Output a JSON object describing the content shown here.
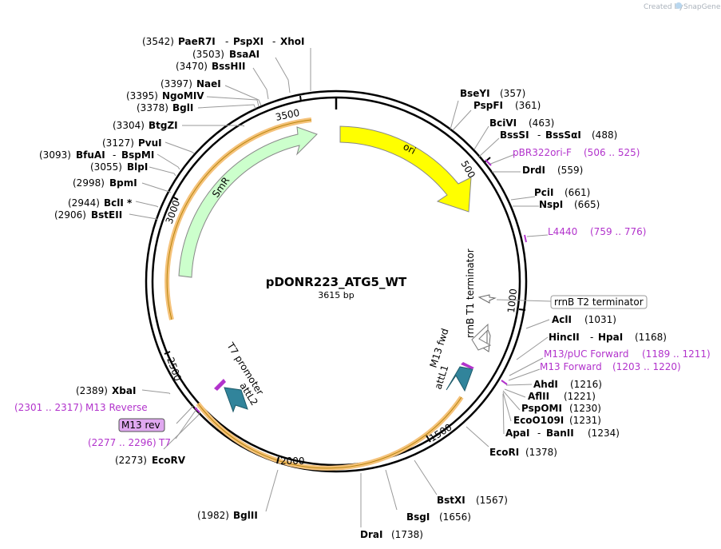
{
  "brand": {
    "created_by": "Created by",
    "name": "SnapGene"
  },
  "plasmid": {
    "name": "pDONR223_ATG5_WT",
    "length_label": "3615 bp"
  },
  "ticks": [
    "500",
    "1000",
    "1500",
    "2000",
    "2500",
    "3000",
    "3500"
  ],
  "features": {
    "ori": "ori",
    "smr": "SmR",
    "rrnb_t1": "rrnB T1 terminator",
    "rrnb_t2": "rrnB T2 terminator",
    "m13_fwd": "M13 fwd",
    "attl1": "attL1",
    "t7_promoter": "T7 promoter",
    "attl2": "attL2",
    "m13_rev": "M13 rev"
  },
  "enzymes": {
    "paer7i": {
      "pos": "(3542)",
      "name": "PaeR7I"
    },
    "pspxi": {
      "name": "PspXI"
    },
    "xhoi": {
      "name": "XhoI"
    },
    "bsaai": {
      "pos": "(3503)",
      "name": "BsaAI"
    },
    "bsshii": {
      "pos": "(3470)",
      "name": "BssHII"
    },
    "naei": {
      "pos": "(3397)",
      "name": "NaeI"
    },
    "ngomiv": {
      "pos": "(3395)",
      "name": "NgoMIV"
    },
    "bgli": {
      "pos": "(3378)",
      "name": "BglI"
    },
    "btgzi": {
      "pos": "(3304)",
      "name": "BtgZI"
    },
    "pvui": {
      "pos": "(3127)",
      "name": "PvuI"
    },
    "bfuai": {
      "pos": "(3093)",
      "name": "BfuAI"
    },
    "bspmi": {
      "name": "BspMI"
    },
    "blpi": {
      "pos": "(3055)",
      "name": "BlpI"
    },
    "bpmi": {
      "pos": "(2998)",
      "name": "BpmI"
    },
    "bcli": {
      "pos": "(2944)",
      "name": "BclI *"
    },
    "bsteii": {
      "pos": "(2906)",
      "name": "BstEII"
    },
    "xbai": {
      "pos": "(2389)",
      "name": "XbaI"
    },
    "ecorv": {
      "pos": "(2273)",
      "name": "EcoRV"
    },
    "bglii": {
      "pos": "(1982)",
      "name": "BglII"
    },
    "drai": {
      "name": "DraI",
      "pos": "(1738)"
    },
    "bsgi": {
      "name": "BsgI",
      "pos": "(1656)"
    },
    "bstxi": {
      "name": "BstXI",
      "pos": "(1567)"
    },
    "ecori": {
      "name": "EcoRI",
      "pos": "(1378)"
    },
    "apai": {
      "name": "ApaI"
    },
    "banii": {
      "name": "BanII",
      "pos": "(1234)"
    },
    "eco0109i": {
      "name": "EcoO109I",
      "pos": "(1231)"
    },
    "pspomi": {
      "name": "PspOMI",
      "pos": "(1230)"
    },
    "afiii": {
      "name": "AflII",
      "pos": "(1221)"
    },
    "ahdi": {
      "name": "AhdI",
      "pos": "(1216)"
    },
    "hincii": {
      "name": "HincII"
    },
    "hpai": {
      "name": "HpaI",
      "pos": "(1168)"
    },
    "acli": {
      "name": "AclI",
      "pos": "(1031)"
    },
    "nspi": {
      "name": "NspI",
      "pos": "(665)"
    },
    "pcii": {
      "name": "PciI",
      "pos": "(661)"
    },
    "drdi": {
      "name": "DrdI",
      "pos": "(559)"
    },
    "bsssi": {
      "name": "BssSI"
    },
    "bsssai": {
      "name": "BssSαI",
      "pos": "(488)"
    },
    "bclvi": {
      "name": "BciVI",
      "pos": "(463)"
    },
    "pspfi": {
      "name": "PspFI",
      "pos": "(361)"
    },
    "bseyi": {
      "name": "BseYI",
      "pos": "(357)"
    }
  },
  "primers": {
    "pbr322ori": {
      "name": "pBR322ori-F",
      "range": "(506 .. 525)"
    },
    "l4440": {
      "name": "L4440",
      "range": "(759 .. 776)"
    },
    "m13puc": {
      "name": "M13/pUC Forward",
      "range": "(1189 .. 1211)"
    },
    "m13fwd": {
      "name": "M13 Forward",
      "range": "(1203 .. 1220)"
    },
    "m13rev": {
      "range": "(2301 .. 2317)",
      "name": "M13 Reverse"
    },
    "t7": {
      "range": "(2277 .. 2296)",
      "name": "T7"
    }
  },
  "colors": {
    "ori": "#ffff00",
    "smr": "#ccffcc",
    "att": "#31849b",
    "primer": "#b233cc",
    "orf_highlight": "#f5c27a",
    "m13rev_box": "#e0a8f0"
  }
}
